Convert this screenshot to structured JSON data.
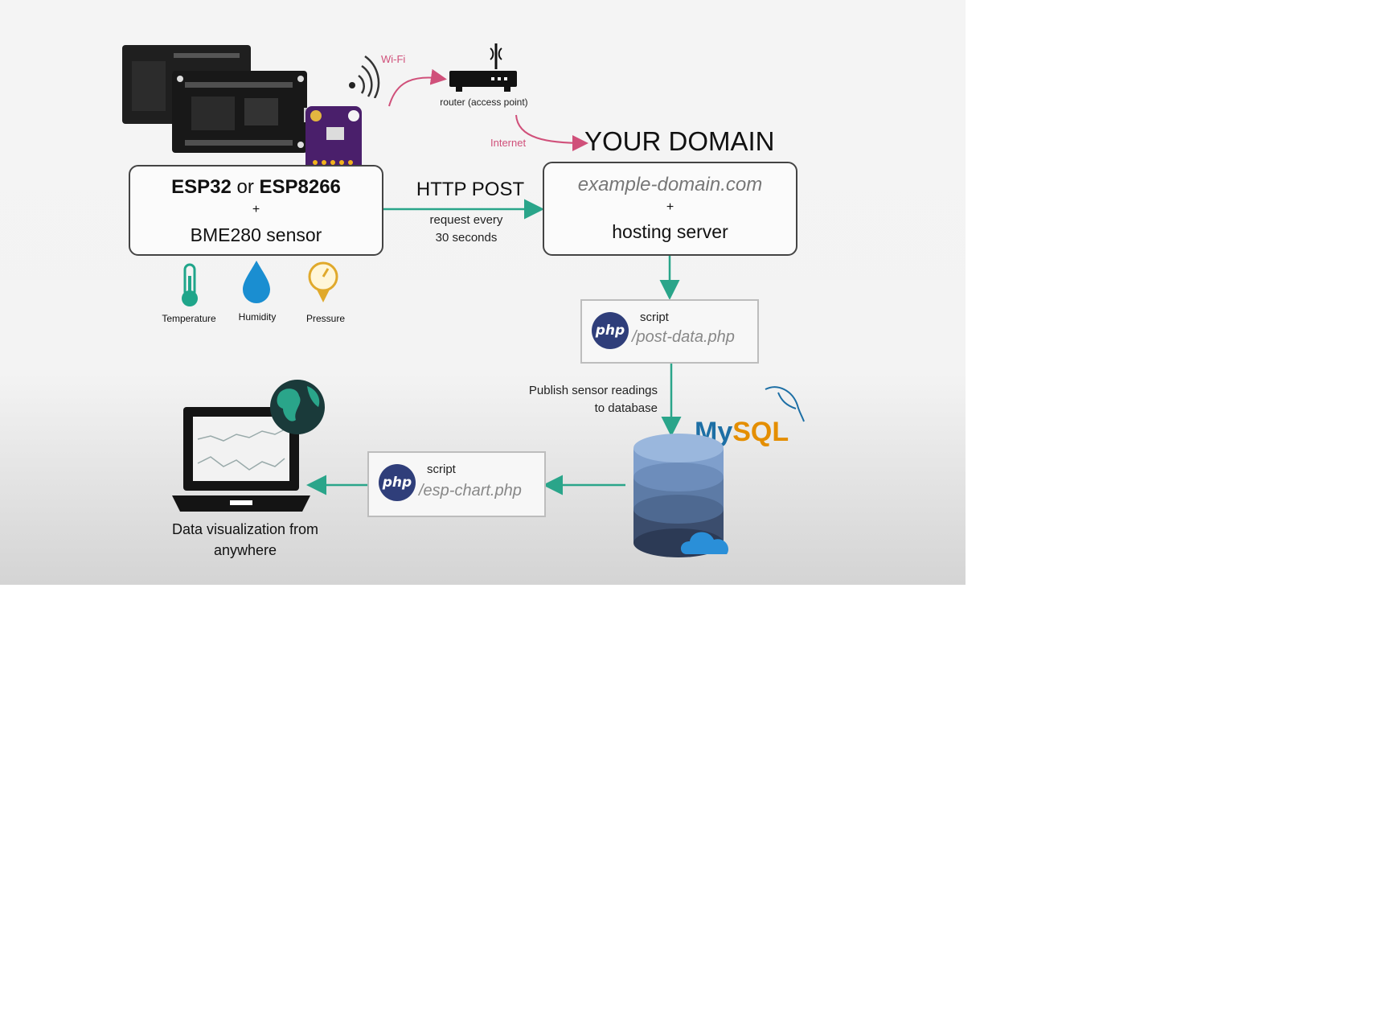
{
  "device_box": {
    "line1_a": "ESP32",
    "line1_or": " or ",
    "line1_b": "ESP8266",
    "plus": "+",
    "line2": "BME280 sensor"
  },
  "wifi_label": "Wi-Fi",
  "router_label": "router (access point)",
  "internet_label": "Internet",
  "domain_title": "YOUR DOMAIN",
  "http": {
    "title": "HTTP POST",
    "sub1": "request every",
    "sub2": "30 seconds"
  },
  "server_box": {
    "line1": "example-domain.com",
    "plus": "+",
    "line2": "hosting server"
  },
  "sensors": [
    "Temperature",
    "Humidity",
    "Pressure"
  ],
  "post_script": {
    "logo": "php",
    "label": "script",
    "path": "/post-data.php"
  },
  "publish": {
    "line1": "Publish sensor readings",
    "line2": "to database"
  },
  "mysql_label": "MySQL",
  "chart_script": {
    "logo": "php",
    "label": "script",
    "path": "/esp-chart.php"
  },
  "visualization": {
    "line1": "Data visualization from",
    "line2": "anywhere"
  },
  "colors": {
    "arrow": "#2aa58a",
    "pink": "#d0507a",
    "php": "#2f3e7a",
    "mysql_blue": "#1d6fa5",
    "mysql_orange": "#e48e00",
    "db": "#5d7ba6"
  }
}
